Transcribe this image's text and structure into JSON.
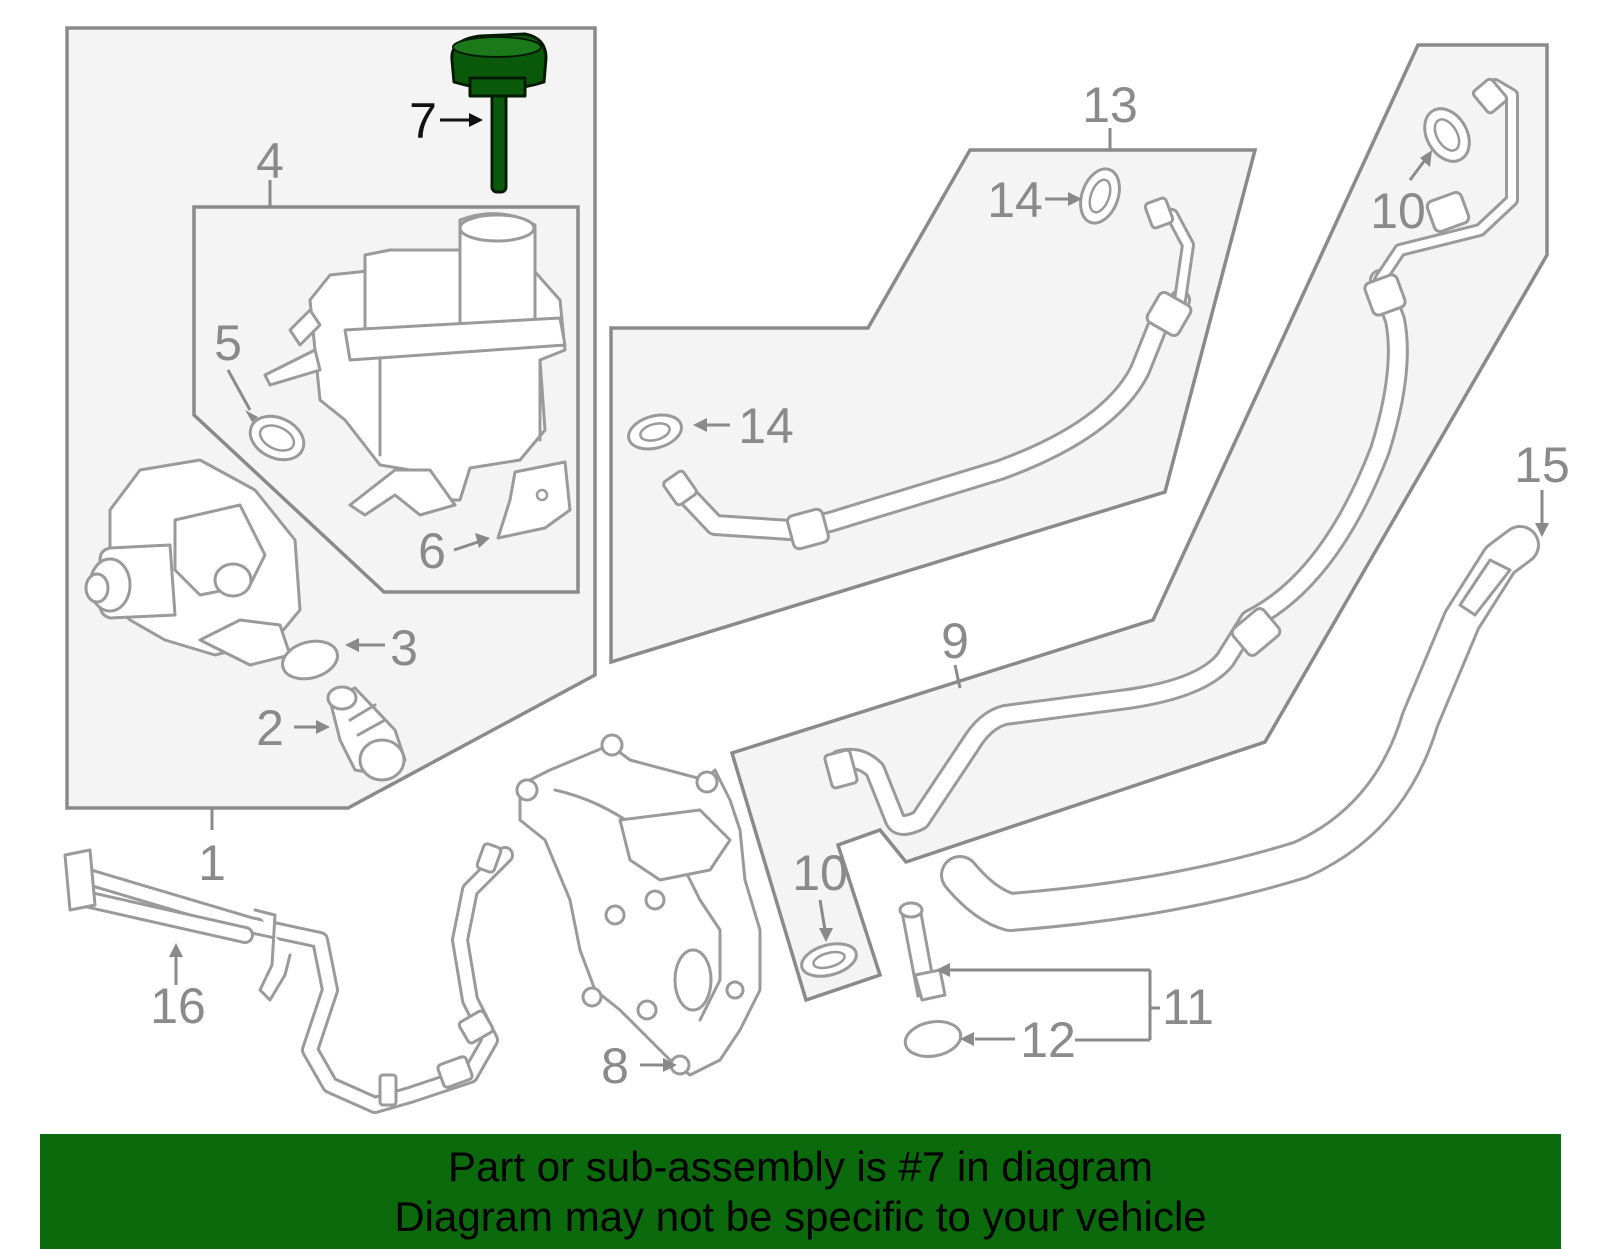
{
  "callouts": {
    "c1": "1",
    "c2": "2",
    "c3": "3",
    "c4": "4",
    "c5": "5",
    "c6": "6",
    "c7": "7",
    "c8": "8",
    "c9": "9",
    "c10a": "10",
    "c10b": "10",
    "c11": "11",
    "c12": "12",
    "c13": "13",
    "c14a": "14",
    "c14b": "14",
    "c15": "15",
    "c16": "16"
  },
  "highlighted_part": "7",
  "colors": {
    "highlight_part": "#0b5a0b",
    "banner_background": "#0b6a0b",
    "line_art": "#9a9a9a"
  },
  "banner": {
    "line1": "Part or sub-assembly is #7 in diagram",
    "line2": "Diagram may not be specific to your vehicle"
  }
}
